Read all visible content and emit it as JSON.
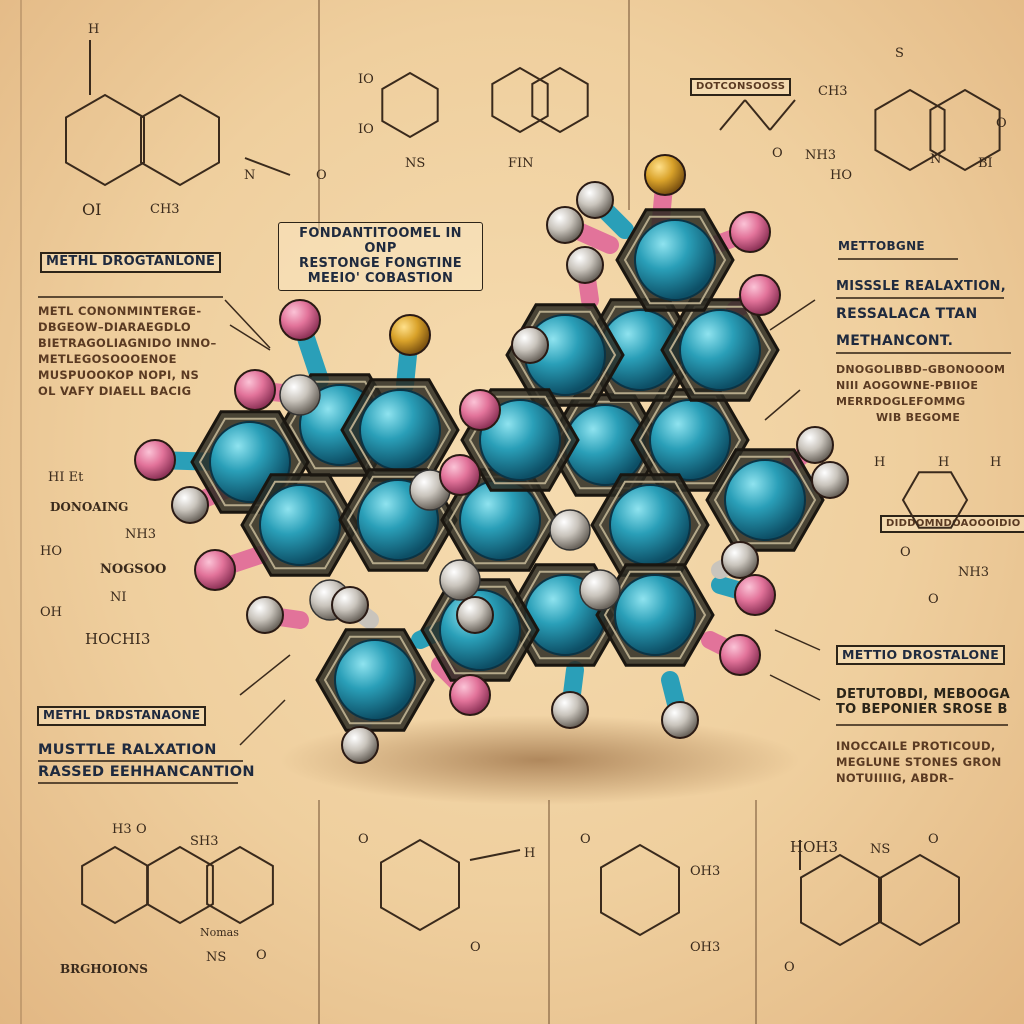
{
  "colors": {
    "parchment": "#f2d5a6",
    "atom_teal": "#2a9fb8",
    "atom_pink": "#e2739a",
    "atom_gold": "#d9a22a",
    "atom_gray": "#c9c4bc",
    "ink": "#2b2216"
  },
  "center_box": {
    "lines": [
      "FONDANTITOOMEL IN ONP",
      "RESTONGE FONGTINE",
      "MEEIO' COBASTION"
    ]
  },
  "left_top": {
    "title": "METHL DROGTANLONE",
    "lines": [
      "METL CONONMINTERGE-",
      "DBGEOW–DIARAEGDLO",
      "BIETRAGOLIAGNIDO INNO–",
      "METLEGOSOOOENOE",
      "MUSPUOOKOP NOPI, NS",
      "OL VAFY DIAELL BACIG"
    ]
  },
  "left_mid": {
    "lines": [
      "HI Et",
      "DONOAING",
      "NH3",
      "HO",
      "NOGSOO",
      "NI",
      "OH",
      "HOCHI3"
    ]
  },
  "left_bottom": {
    "title": "METHL DRDSTANAONE",
    "lines": [
      "MUSTTLE RALXATION",
      "RASSED EEHHANCANTION"
    ]
  },
  "right_top": {
    "title": "METTOBGNE",
    "lines": [
      "MISSSLE REALAXTION,",
      "RESSALACA TTAN",
      "METHANCONT."
    ],
    "small_lines": [
      "DNOGOLIBBD–GBONOOOM",
      "NIII AOGOWNE-PBIIOE",
      "MERRDOGLEFOMMG",
      "WIB BEGOME"
    ]
  },
  "right_mid": {
    "label": "DIDDOMNDOAOOOIDIO",
    "atoms": [
      "H",
      "H",
      "H",
      "O",
      "NH3",
      "O"
    ]
  },
  "right_bottom": {
    "title": "METTIO DROSTALONE",
    "lines": [
      "DETUTOBDI, MEBOOGA",
      "TO BEPONIER SROSE B"
    ],
    "small_lines": [
      "INOCCAILE PROTICOUD,",
      "MEGLUNE STONES GRON",
      "NOTUIIIIG, ABDR–"
    ]
  },
  "top_structures": {
    "s1": [
      "H",
      "OI",
      "CH3",
      "N",
      "O"
    ],
    "s2": [
      "IO",
      "IO",
      "NS",
      "FIN"
    ],
    "s3": [
      "DOTCONSOOSS",
      "CH3",
      "O",
      "NH3"
    ],
    "s4": [
      "S",
      "HO",
      "N",
      "BI",
      "O"
    ]
  },
  "bottom_structures": {
    "s1": [
      "H3",
      "O",
      "SH3",
      "Nomas",
      "NS",
      "O",
      "BRGHOIONS"
    ],
    "s2": [
      "O",
      "O",
      "H"
    ],
    "s3": [
      "O",
      "OH3",
      "OH3"
    ],
    "s4": [
      "HOH3",
      "NS",
      "O",
      "O"
    ]
  }
}
